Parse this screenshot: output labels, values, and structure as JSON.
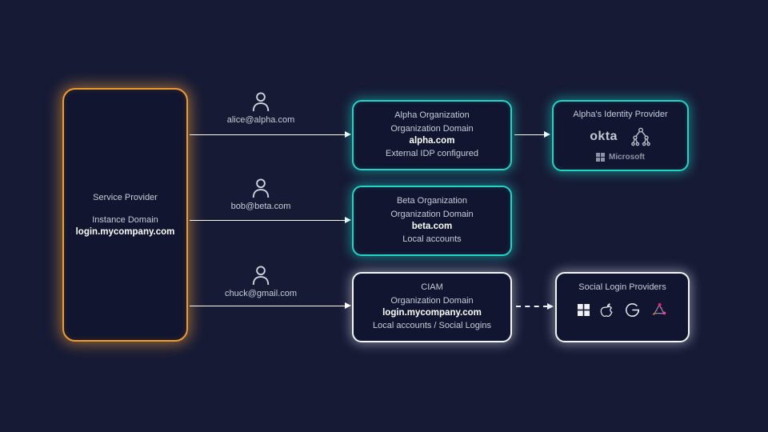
{
  "colors": {
    "background": "#161a35",
    "panel_fill": "#11152f",
    "orange_accent": "#f09b2d",
    "teal_accent": "#20d5c6",
    "white_accent": "#f3f5fa",
    "text_muted": "#c9ccd9",
    "text_bold": "#ffffff",
    "social_orange": "#f07820",
    "social_magenta": "#e91e8c",
    "social_pink": "#ff3fa0"
  },
  "service_provider": {
    "title": "Service Provider",
    "domain_label": "Instance Domain",
    "domain": "login.mycompany.com"
  },
  "users": [
    {
      "email": "alice@alpha.com",
      "icon": "person-icon"
    },
    {
      "email": "bob@beta.com",
      "icon": "person-icon"
    },
    {
      "email": "chuck@gmail.com",
      "icon": "person-icon"
    }
  ],
  "organizations": [
    {
      "title": "Alpha Organization",
      "domain_label": "Organization Domain",
      "domain": "alpha.com",
      "note": "External IDP configured"
    },
    {
      "title": "Beta Organization",
      "domain_label": "Organization Domain",
      "domain": "beta.com",
      "note": "Local accounts"
    },
    {
      "title": "CIAM",
      "domain_label": "Organization Domain",
      "domain": "login.mycompany.com",
      "note": "Local accounts / Social Logins"
    }
  ],
  "identity_provider": {
    "title": "Alpha's Identity Provider",
    "okta_wordmark": "okta",
    "microsoft_label": "Microsoft",
    "icons": [
      "okta-wordmark",
      "directory-tree-icon",
      "microsoft-logo-icon"
    ]
  },
  "social_providers": {
    "title": "Social Login Providers",
    "icons": [
      "microsoft-squares-icon",
      "apple-icon",
      "google-icon",
      "social-network-icon"
    ]
  }
}
